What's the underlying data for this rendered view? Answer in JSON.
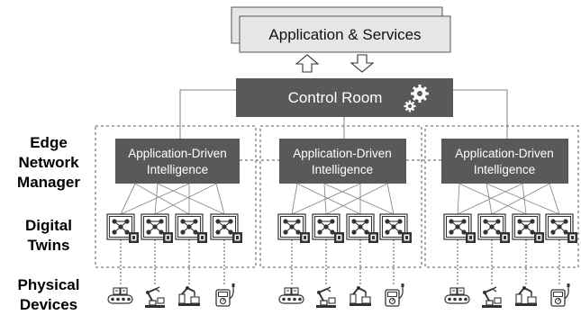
{
  "layers": {
    "edge_manager": [
      "Edge",
      "Network",
      "Manager"
    ],
    "digital_twins": [
      "Digital",
      "Twins"
    ],
    "physical_devices": [
      "Physical",
      "Devices"
    ]
  },
  "application_services": "Application & Services",
  "control_room": "Control Room",
  "intelligence": [
    "Application-Driven",
    "Intelligence"
  ],
  "icons": {
    "gears": "gears-icon",
    "twin": "network-nodes-icon",
    "twin_badge": "device-badge-icon",
    "devices": [
      "conveyor-boxes-icon",
      "robot-arm-icon",
      "robotic-welder-icon",
      "multimeter-icon"
    ]
  },
  "colors": {
    "app_box": "#e6e6e6",
    "dark_box": "#595959",
    "line": "#808080",
    "icon": "#333333"
  }
}
